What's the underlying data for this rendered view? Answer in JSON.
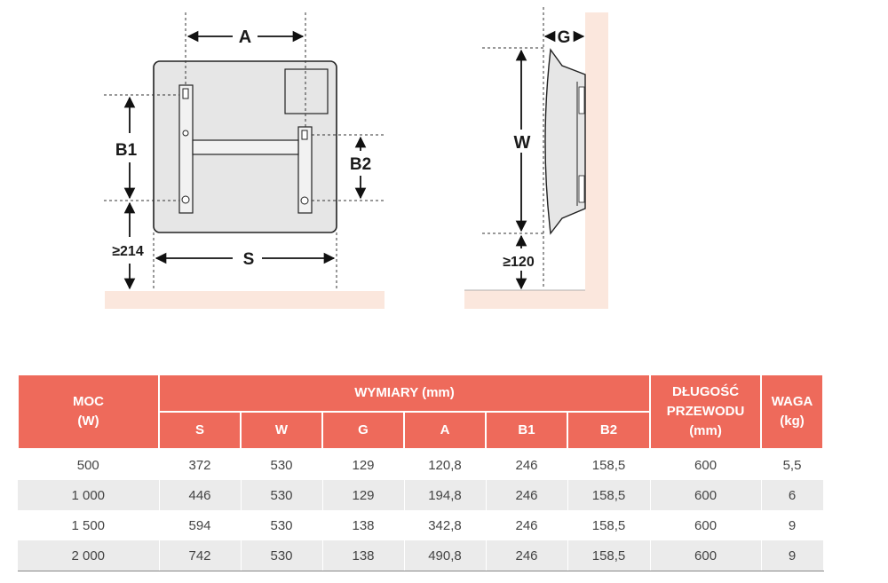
{
  "diagram": {
    "front_labels": {
      "A": "A",
      "B1": "B1",
      "B2": "B2",
      "S": "S",
      "min_floor": "≥214"
    },
    "side_labels": {
      "G": "G",
      "W": "W",
      "min_floor": "≥120"
    },
    "colors": {
      "floor": "#fbe7dd",
      "panel": "#e6e6e6",
      "outline": "#222222"
    }
  },
  "table": {
    "header": {
      "moc": [
        "MOC",
        "(W)"
      ],
      "wymiary": "WYMIARY (mm)",
      "dlugosc": [
        "DŁUGOŚĆ",
        "PRZEWODU",
        "(mm)"
      ],
      "waga": [
        "WAGA",
        "(kg)"
      ],
      "sub": [
        "S",
        "W",
        "G",
        "A",
        "B1",
        "B2"
      ]
    },
    "rows": [
      [
        "500",
        "372",
        "530",
        "129",
        "120,8",
        "246",
        "158,5",
        "600",
        "5,5"
      ],
      [
        "1 000",
        "446",
        "530",
        "129",
        "194,8",
        "246",
        "158,5",
        "600",
        "6"
      ],
      [
        "1 500",
        "594",
        "530",
        "138",
        "342,8",
        "246",
        "158,5",
        "600",
        "9"
      ],
      [
        "2 000",
        "742",
        "530",
        "138",
        "490,8",
        "246",
        "158,5",
        "600",
        "9"
      ]
    ],
    "header_color": "#ee6a5b",
    "alt_row_color": "#ebebeb"
  }
}
